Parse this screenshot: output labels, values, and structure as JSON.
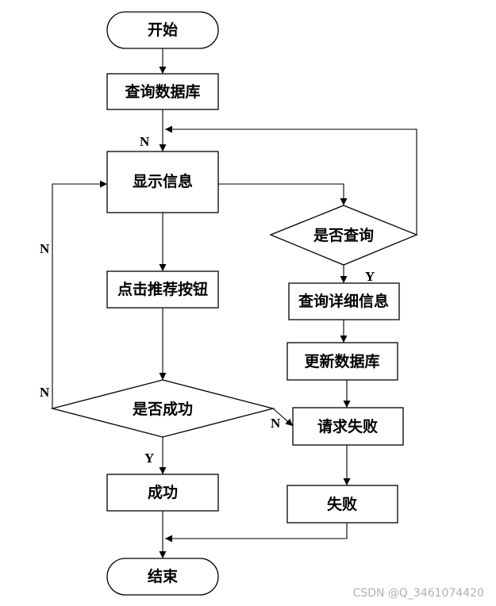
{
  "flowchart": {
    "start": "开始",
    "query_db": "查询数据库",
    "show_info": "显示信息",
    "whether_query": "是否查询",
    "click_recommend": "点击推荐按钮",
    "query_details": "查询详细信息",
    "update_db": "更新数据库",
    "whether_success": "是否成功",
    "request_failed": "请求失败",
    "success": "成功",
    "fail": "失败",
    "end": "结束"
  },
  "edge_labels": {
    "loop_back_n": "N",
    "query_yes": "Y",
    "retry_n": "N",
    "success_n_left": "N",
    "success_n_right": "N",
    "success_yes": "Y"
  },
  "watermark": "CSDN @Q_3461074420"
}
